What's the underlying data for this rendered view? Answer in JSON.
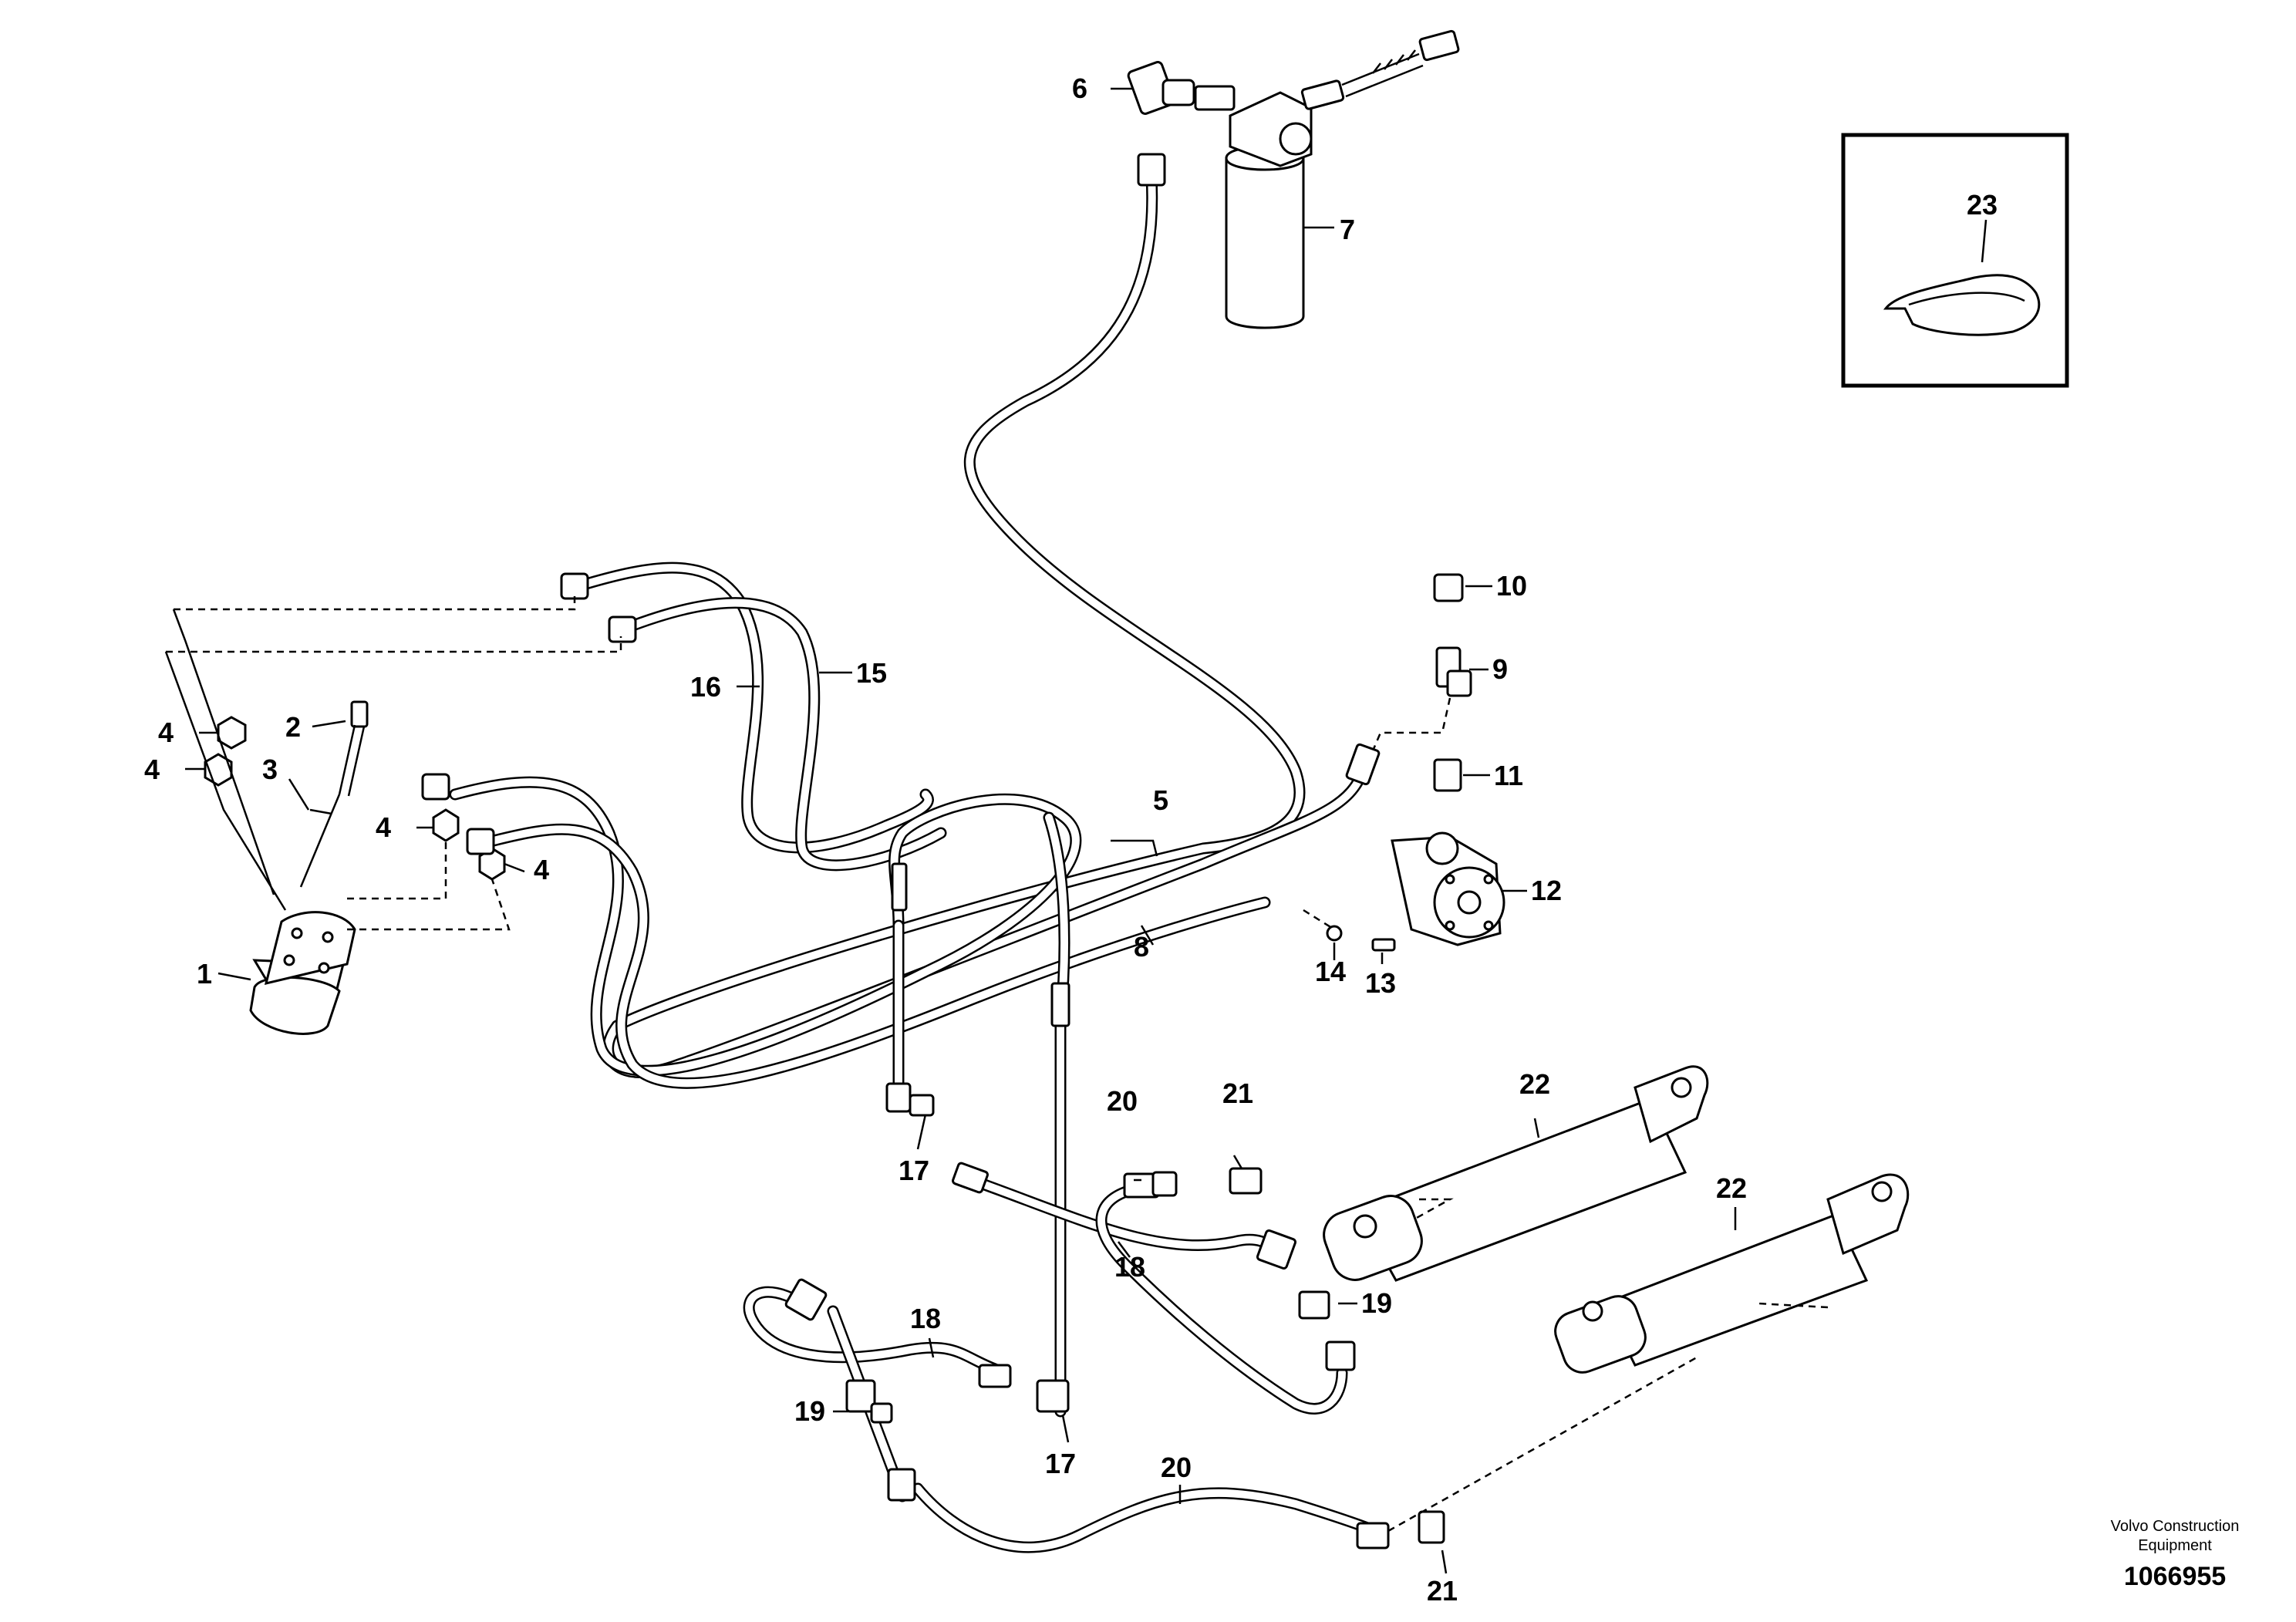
{
  "callouts": {
    "c1": "1",
    "c2": "2",
    "c3": "3",
    "c4a": "4",
    "c4b": "4",
    "c4c": "4",
    "c4d": "4",
    "c5": "5",
    "c6": "6",
    "c7": "7",
    "c8": "8",
    "c9": "9",
    "c10": "10",
    "c11": "11",
    "c12": "12",
    "c13": "13",
    "c14": "14",
    "c15": "15",
    "c16": "16",
    "c17a": "17",
    "c17b": "17",
    "c18a": "18",
    "c18b": "18",
    "c19a": "19",
    "c19b": "19",
    "c20a": "20",
    "c20b": "20",
    "c21a": "21",
    "c21b": "21",
    "c22a": "22",
    "c22b": "22",
    "c23": "23"
  },
  "footer": {
    "brand_line1": "Volvo Construction",
    "brand_line2": "Equipment",
    "document_number": "1066955"
  }
}
